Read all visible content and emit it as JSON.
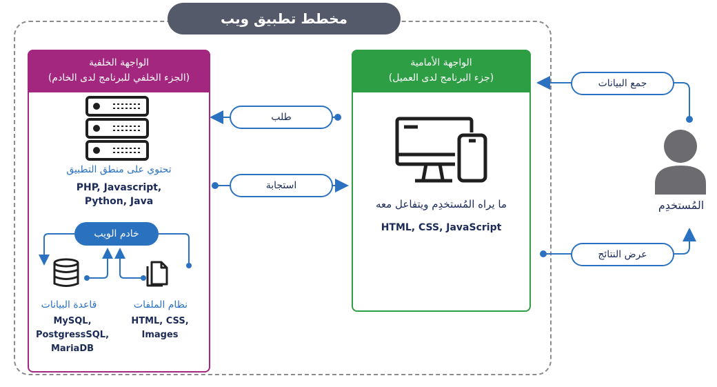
{
  "title": "مخطط تطبيق ويب",
  "backend": {
    "header_line1": "الواجهة الخلفية",
    "header_line2": "(الجزء الخلفي للبرنامج لدى الخادم)",
    "logic_label": "تحتوي على منطق التطبيق",
    "languages_line1": "PHP, Javascript,",
    "languages_line2": "Python, Java",
    "web_server": "خادم الويب",
    "database_label": "قاعدة البيانات",
    "database_items": [
      "MySQL,",
      "PostgressSQL,",
      "MariaDB"
    ],
    "filesystem_label": "نظام الملفات",
    "filesystem_items": [
      "HTML, CSS,",
      "Images"
    ]
  },
  "frontend": {
    "header_line1": "الواجهة الأمامية",
    "header_line2": "(جزء البرنامج لدى العميل)",
    "caption": "ما يراه المُستخدِم ويتفاعل معه",
    "tech": "HTML, CSS, JavaScript"
  },
  "arrows": {
    "request": "طلب",
    "response": "استجابة",
    "collect_data": "جمع البيانات",
    "show_results": "عرض النتائج"
  },
  "user_label": "المُستخدِم",
  "colors": {
    "backend": "#a3267f",
    "frontend": "#2e9e45",
    "accent": "#2a71c0",
    "title_bg": "#555a6b",
    "text": "#1b2a57"
  },
  "icons": [
    "server-icon",
    "monitor-icon",
    "phone-icon",
    "database-icon",
    "file-icon",
    "user-icon"
  ]
}
